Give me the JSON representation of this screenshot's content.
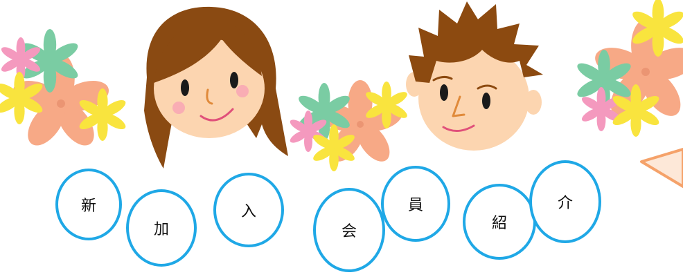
{
  "banner": {
    "characters": [
      "新",
      "加",
      "入",
      "会",
      "員",
      "紹",
      "介"
    ]
  },
  "colors": {
    "bubble_border": "#1fa8e6",
    "skin": "#fcd5b0",
    "hair_girl": "#8a4a12",
    "hair_boy": "#8c4a10",
    "flower_orange": "#f7a07a",
    "flower_yellow": "#f9e22a",
    "flower_green": "#6cc79a",
    "flower_pink": "#f38fb8",
    "card_outline": "#f5a26a"
  },
  "icons": [
    "girl-face-illustration",
    "boy-face-illustration",
    "flower-cluster-icon",
    "card-corner-icon"
  ]
}
